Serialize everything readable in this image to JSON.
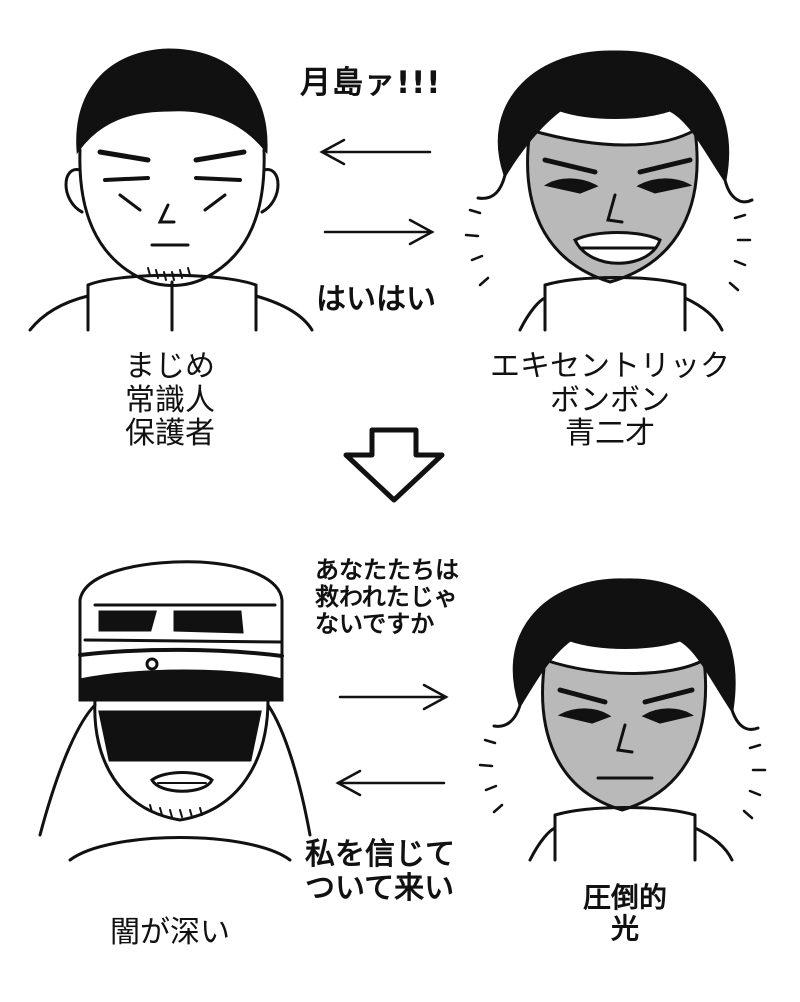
{
  "top": {
    "shout": "月島ァ!!!",
    "reply": "はいはい",
    "left_labels": [
      "まじめ",
      "常識人",
      "保護者"
    ],
    "right_labels": [
      "エキセントリック",
      "ボンボン",
      "青二才"
    ]
  },
  "bottom": {
    "speech_lines": [
      "あなたたちは",
      "救われたじゃ",
      "ないですか"
    ],
    "reply_lines": [
      "私を信じて",
      "ついて来い"
    ],
    "left_label": "闇が深い",
    "right_labels": [
      "圧倒的",
      "光"
    ]
  },
  "icons": [
    "arrow-left-icon",
    "arrow-right-icon",
    "down-arrow-icon"
  ],
  "colors": {
    "ink": "#111111",
    "skin_tone": "#b9b9b9",
    "paper": "#ffffff"
  }
}
